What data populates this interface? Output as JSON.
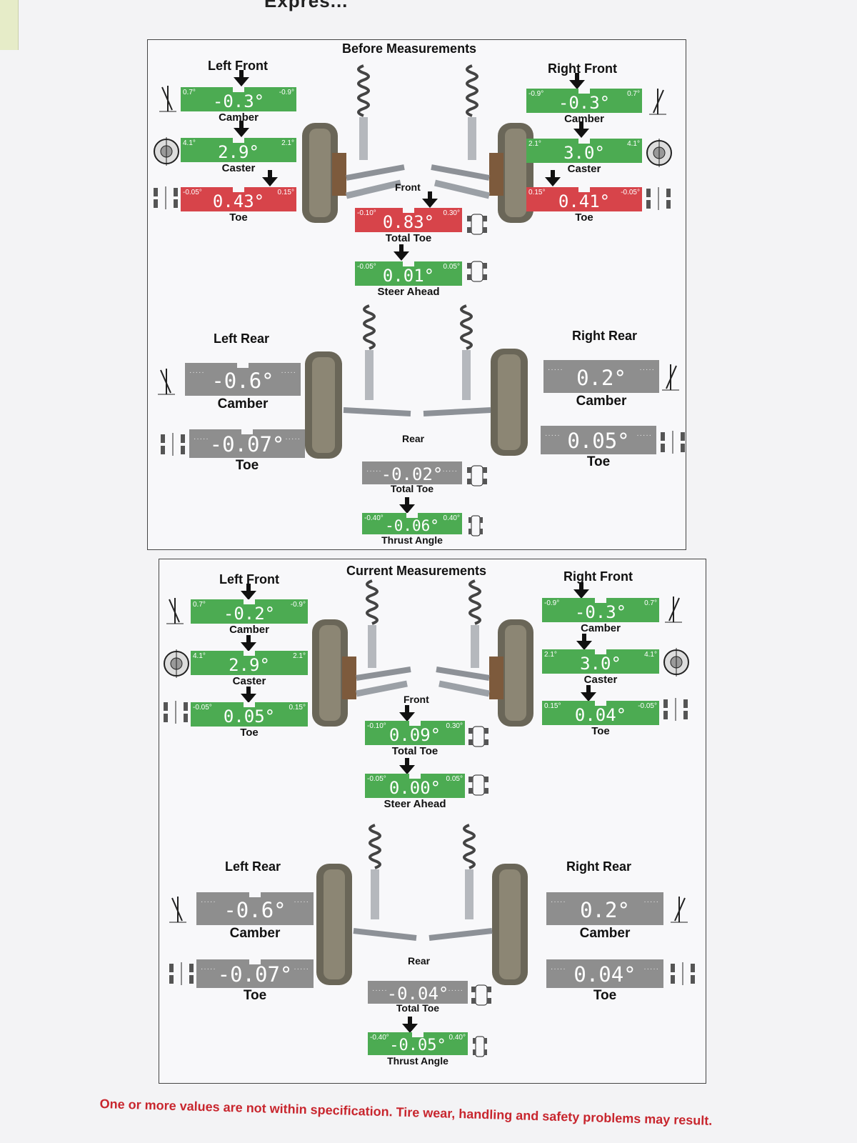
{
  "header": {
    "title": "Expres..."
  },
  "before": {
    "title": "Before Measurements",
    "left_front": "Left Front",
    "right_front": "Right Front",
    "front": "Front",
    "left_rear": "Left Rear",
    "right_rear": "Right Rear",
    "rear": "Rear",
    "lf_camber": {
      "value": "-0.3°",
      "label": "Camber",
      "min": "0.7°",
      "max": "-0.9°"
    },
    "lf_caster": {
      "value": "2.9°",
      "label": "Caster",
      "min": "4.1°",
      "max": "2.1°"
    },
    "lf_toe": {
      "value": "0.43°",
      "label": "Toe",
      "min": "-0.05°",
      "max": "0.15°"
    },
    "rf_camber": {
      "value": "-0.3°",
      "label": "Camber",
      "min": "-0.9°",
      "max": "0.7°"
    },
    "rf_caster": {
      "value": "3.0°",
      "label": "Caster",
      "min": "2.1°",
      "max": "4.1°"
    },
    "rf_toe": {
      "value": "0.41°",
      "label": "Toe",
      "min": "0.15°",
      "max": "-0.05°"
    },
    "total_toe": {
      "value": "0.83°",
      "label": "Total Toe",
      "min": "-0.10°",
      "max": "0.30°"
    },
    "steer_ahead": {
      "value": "0.01°",
      "label": "Steer Ahead",
      "min": "-0.05°",
      "max": "0.05°"
    },
    "lr_camber": {
      "value": "-0.6°",
      "label": "Camber"
    },
    "lr_toe": {
      "value": "-0.07°",
      "label": "Toe"
    },
    "rr_camber": {
      "value": "0.2°",
      "label": "Camber"
    },
    "rr_toe": {
      "value": "0.05°",
      "label": "Toe"
    },
    "rear_total_toe": {
      "value": "-0.02°",
      "label": "Total Toe"
    },
    "thrust_angle": {
      "value": "-0.06°",
      "label": "Thrust Angle",
      "min": "-0.40°",
      "max": "0.40°"
    }
  },
  "current": {
    "title": "Current Measurements",
    "left_front": "Left Front",
    "right_front": "Right Front",
    "front": "Front",
    "left_rear": "Left Rear",
    "right_rear": "Right Rear",
    "rear": "Rear",
    "lf_camber": {
      "value": "-0.2°",
      "label": "Camber",
      "min": "0.7°",
      "max": "-0.9°"
    },
    "lf_caster": {
      "value": "2.9°",
      "label": "Caster",
      "min": "4.1°",
      "max": "2.1°"
    },
    "lf_toe": {
      "value": "0.05°",
      "label": "Toe",
      "min": "-0.05°",
      "max": "0.15°"
    },
    "rf_camber": {
      "value": "-0.3°",
      "label": "Camber",
      "min": "-0.9°",
      "max": "0.7°"
    },
    "rf_caster": {
      "value": "3.0°",
      "label": "Caster",
      "min": "2.1°",
      "max": "4.1°"
    },
    "rf_toe": {
      "value": "0.04°",
      "label": "Toe",
      "min": "0.15°",
      "max": "-0.05°"
    },
    "total_toe": {
      "value": "0.09°",
      "label": "Total Toe",
      "min": "-0.10°",
      "max": "0.30°"
    },
    "steer_ahead": {
      "value": "0.00°",
      "label": "Steer Ahead",
      "min": "-0.05°",
      "max": "0.05°"
    },
    "lr_camber": {
      "value": "-0.6°",
      "label": "Camber"
    },
    "lr_toe": {
      "value": "-0.07°",
      "label": "Toe"
    },
    "rr_camber": {
      "value": "0.2°",
      "label": "Camber"
    },
    "rr_toe": {
      "value": "0.04°",
      "label": "Toe"
    },
    "rear_total_toe": {
      "value": "-0.04°",
      "label": "Total Toe"
    },
    "thrust_angle": {
      "value": "-0.05°",
      "label": "Thrust Angle",
      "min": "-0.40°",
      "max": "0.40°"
    }
  },
  "placeholder_dots": "·····",
  "footer": {
    "warning": "One or more values are not within specification. Tire wear, handling and safety problems may result."
  },
  "colors": {
    "in_spec": "#4cab52",
    "out_of_spec": "#d7444a",
    "no_spec": "#8e8e8e",
    "warning_text": "#c8262e"
  },
  "icons": [
    "camber-icon",
    "caster-icon",
    "toe-icon",
    "vehicle-icon",
    "suspension-strut-icon",
    "wheel-icon"
  ]
}
